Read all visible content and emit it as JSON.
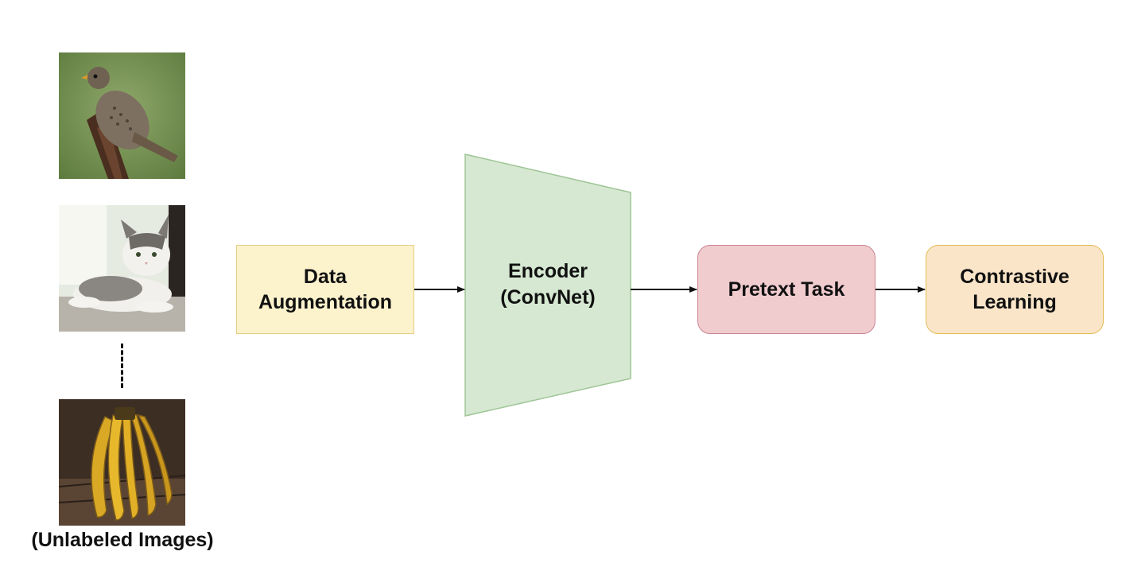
{
  "images": [
    {
      "name": "bird",
      "subject": "bird perched on a branch"
    },
    {
      "name": "cat",
      "subject": "cat lying down"
    },
    {
      "name": "banana",
      "subject": "bunch of bananas"
    }
  ],
  "caption": "(Unlabeled Images)",
  "steps": {
    "data_augmentation": {
      "label": "Data\nAugmentation",
      "fill": "#fcf2cc",
      "border": "#e3cf85"
    },
    "encoder": {
      "label": "Encoder\n(ConvNet)",
      "fill": "#d6e8d2",
      "border": "#9fc596"
    },
    "pretext_task": {
      "label": "Pretext Task",
      "fill": "#f1cccf",
      "border": "#c98590"
    },
    "contrastive_learning": {
      "label": "Contrastive\nLearning",
      "fill": "#fbe5c8",
      "border": "#e3bd55"
    }
  },
  "arrow_color": "#111111"
}
